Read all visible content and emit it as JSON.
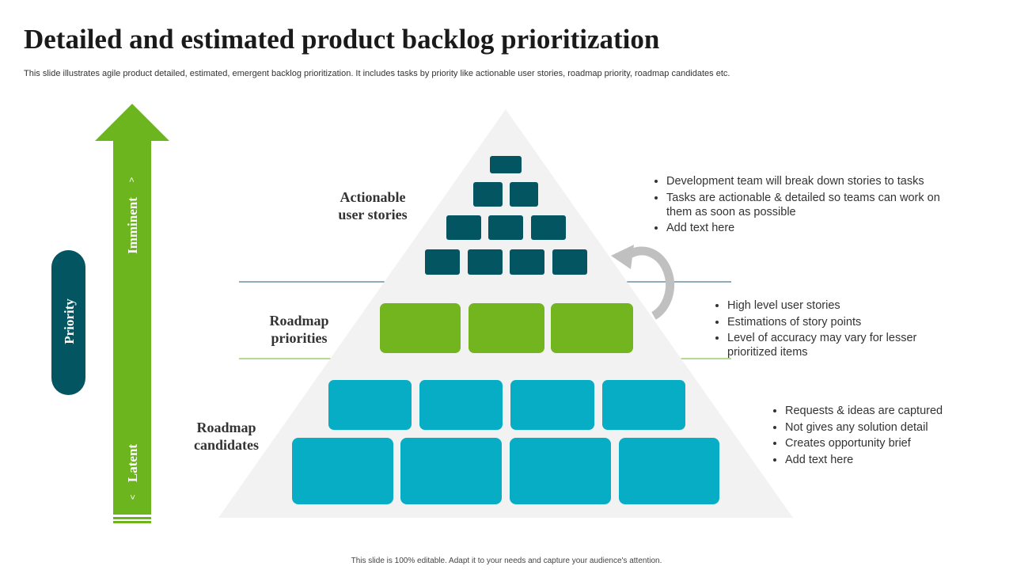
{
  "header": {
    "title": "Detailed and estimated product backlog prioritization",
    "subtitle": "This slide illustrates agile product detailed, estimated, emergent backlog prioritization. It includes tasks by priority like actionable user stories, roadmap priority, roadmap candidates etc."
  },
  "priority_axis": {
    "label": "Priority",
    "top_label": "Imminent",
    "bottom_label": "Latent",
    "top_chevron": ">",
    "bottom_chevron": ">"
  },
  "tiers": [
    {
      "label_line1": "Actionable",
      "label_line2": "user stories",
      "color": "#035561",
      "bullets": [
        "Development team will break down stories to tasks",
        "Tasks are actionable & detailed so teams can work on them as soon as possible",
        "Add text here"
      ]
    },
    {
      "label_line1": "Roadmap",
      "label_line2": "priorities",
      "color": "#72b51f",
      "bullets": [
        "High level user stories",
        "Estimations of story points",
        "Level of accuracy may vary for lesser prioritized items"
      ]
    },
    {
      "label_line1": "Roadmap",
      "label_line2": "candidates",
      "color": "#06adc4",
      "bullets": [
        "Requests & ideas are captured",
        "Not gives any solution detail",
        "Creates opportunity brief",
        "Add text here"
      ]
    }
  ],
  "colors": {
    "arrow_green": "#6db51f",
    "priority_pill": "#035561",
    "pyramid_bg": "#f2f2f2",
    "return_arrow": "#c0c0c0"
  },
  "footer": "This slide is 100% editable. Adapt it to your needs and capture your audience's attention."
}
